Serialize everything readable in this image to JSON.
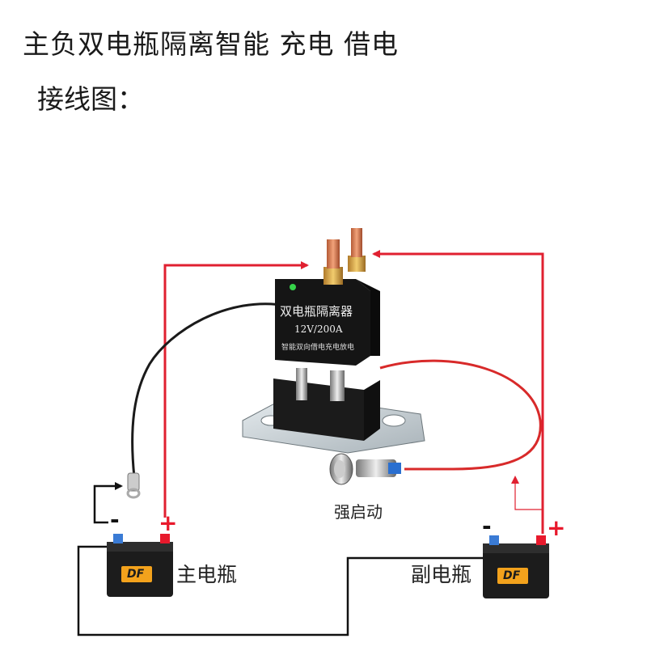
{
  "header": {
    "title": "主负双电瓶隔离智能  充电  借电",
    "subtitle": "接线图："
  },
  "device": {
    "name": "双电瓶隔离器",
    "rating": "12V/200A",
    "description": "智能双向借电充电放电"
  },
  "batteries": {
    "main_label": "主电瓶",
    "aux_label": "副电瓶",
    "brand": "DF"
  },
  "switch": {
    "label": "强启动"
  },
  "terminals": {
    "main_negative": "-",
    "main_positive": "+",
    "aux_negative": "-",
    "aux_positive": "+"
  },
  "colors": {
    "positive_wire": "#e02030",
    "negative_wire": "#111111",
    "terminal_red": "#e8192c",
    "battery_body": "#1c1c1c"
  }
}
